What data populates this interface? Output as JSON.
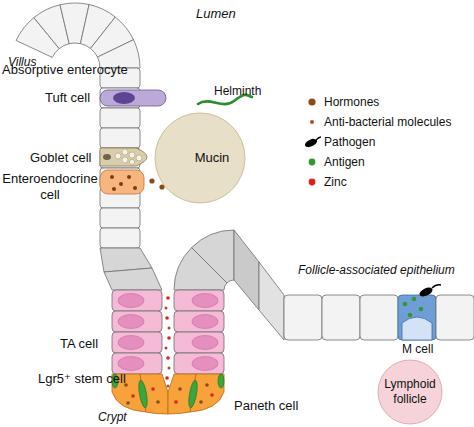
{
  "diagram": {
    "nodes": [
      {
        "text": [
          "Mucin"
        ]
      },
      {
        "text": [
          "Lymphoid follicle"
        ]
      }
    ],
    "labels": [
      "Lumen",
      "Villus",
      "Absorptive enterocyte",
      "Tuft cell",
      "Helminth",
      "Goblet cell",
      "Enteroendocrine cell",
      "Follicle-associated epithelium",
      "M cell",
      "TA cell",
      "Lgr5⁺ stem cell",
      "Crypt",
      "Paneth cell"
    ],
    "legend": [
      {
        "text": "Hormones",
        "color": "#8b4a1c"
      },
      {
        "text": "Anti-bacterial molecules",
        "color": "#a0522d"
      },
      {
        "text": "Pathogen"
      },
      {
        "text": "Antigen",
        "color": "#2e9b2e"
      },
      {
        "text": "Zinc",
        "color": "#e0201b"
      }
    ]
  }
}
